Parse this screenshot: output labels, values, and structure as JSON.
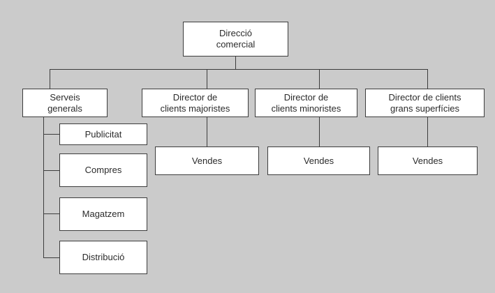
{
  "colors": {
    "background": "#cbcbcb",
    "box_fill": "#ffffff",
    "border": "#3c3c3c",
    "text": "#2b2b2b"
  },
  "org_chart": {
    "nodes": {
      "direccio": {
        "label": "Direcció\ncomercial",
        "parent": null
      },
      "serveis": {
        "label": "Serveis\ngenerals",
        "parent": "direccio"
      },
      "majoristes": {
        "label": "Director de\nclients majoristes",
        "parent": "direccio"
      },
      "minoristes": {
        "label": "Director de\nclients minoristes",
        "parent": "direccio"
      },
      "grans": {
        "label": "Director de clients\ngrans superfícies",
        "parent": "direccio"
      },
      "publicitat": {
        "label": "Publicitat",
        "parent": "serveis"
      },
      "compres": {
        "label": "Compres",
        "parent": "serveis"
      },
      "magatzem": {
        "label": "Magatzem",
        "parent": "serveis"
      },
      "distribucio": {
        "label": "Distribució",
        "parent": "serveis"
      },
      "vendes_majoristes": {
        "label": "Vendes",
        "parent": "majoristes"
      },
      "vendes_minoristes": {
        "label": "Vendes",
        "parent": "minoristes"
      },
      "vendes_grans": {
        "label": "Vendes",
        "parent": "grans"
      }
    }
  }
}
